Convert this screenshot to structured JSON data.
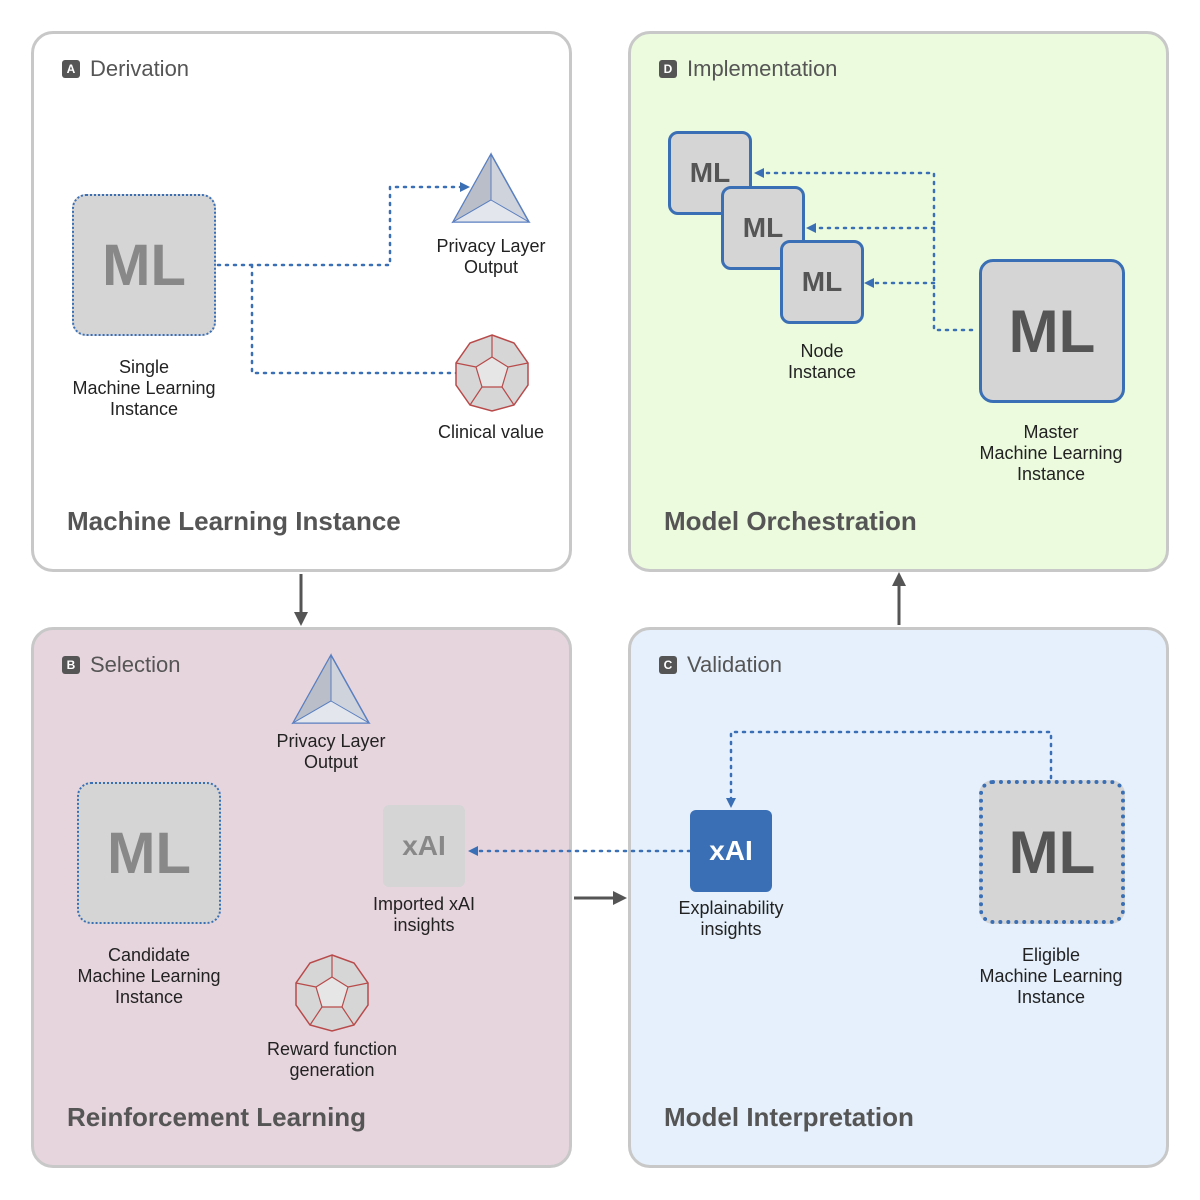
{
  "panels": {
    "a": {
      "letter": "A",
      "heading": "Derivation",
      "title": "Machine Learning Instance",
      "ml": "ML",
      "ml_label": "Single\nMachine Learning\nInstance",
      "privacy_label": "Privacy Layer\nOutput",
      "clinical_label": "Clinical value"
    },
    "b": {
      "letter": "B",
      "heading": "Selection",
      "title": "Reinforcement Learning",
      "ml": "ML",
      "ml_label": "Candidate\nMachine Learning\nInstance",
      "privacy_label": "Privacy Layer\nOutput",
      "xai": "xAI",
      "xai_label": "Imported xAI\ninsights",
      "reward_label": "Reward function\ngeneration"
    },
    "c": {
      "letter": "C",
      "heading": "Validation",
      "title": "Model Interpretation",
      "ml": "ML",
      "ml_label": "Eligible\nMachine Learning\nInstance",
      "xai": "xAI",
      "xai_label": "Explainability\ninsights"
    },
    "d": {
      "letter": "D",
      "heading": "Implementation",
      "title": "Model Orchestration",
      "nodes": [
        "ML",
        "ML",
        "ML"
      ],
      "node_label": "Node\nInstance",
      "master": "ML",
      "master_label": "Master\nMachine Learning\nInstance"
    }
  },
  "colors": {
    "panel_a": "#ffffff",
    "panel_b": "#e7d5de",
    "panel_c": "#e5f0fc",
    "panel_d": "#ecfbde",
    "arrow_blue": "#3a6fb6",
    "flow_arrow": "#555555",
    "ml_fill": "#d5d5d5",
    "xai_blue": "#3a6fb6",
    "privacy_icon": "#5a7fc0",
    "clinical_icon": "#b84a4a"
  },
  "icons": [
    "privacy-pyramid-icon",
    "dodecahedron-icon"
  ]
}
